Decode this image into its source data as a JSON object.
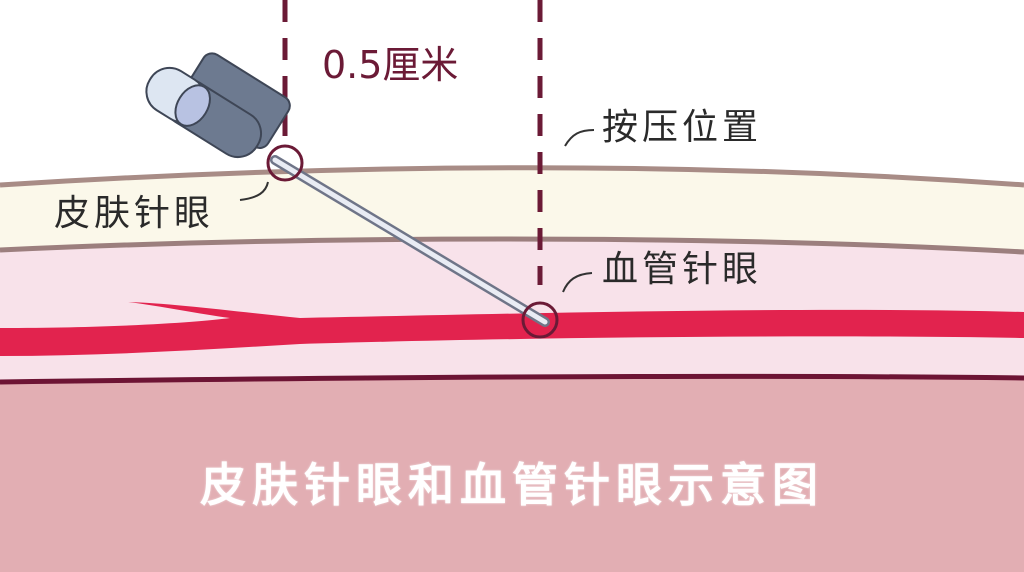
{
  "diagram": {
    "title": "皮肤针眼和血管针眼示意图",
    "labels": {
      "distance": "0.5厘米",
      "press_position": "按压位置",
      "skin_puncture": "皮肤针眼",
      "vessel_puncture": "血管针眼"
    },
    "layers": [
      "skin",
      "subcutaneous-tissue",
      "blood-vessel",
      "deep-tissue"
    ],
    "colors": {
      "skin": "#fbf8ea",
      "skin_border": "#a88c86",
      "subcutaneous": "#f8e2ea",
      "vessel": "#e2234e",
      "deep_tissue": "#e2aeb3",
      "deep_border": "#6d1434",
      "guide_line": "#6b1a36",
      "needle_hub": "#6d7a90",
      "needle_cap": "#dde6f2"
    }
  }
}
